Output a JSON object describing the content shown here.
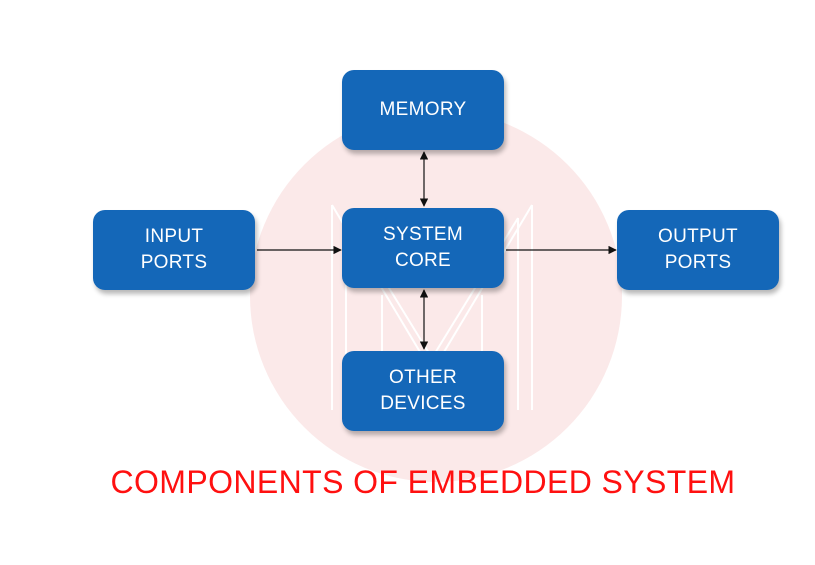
{
  "title": "COMPONENTS OF EMBEDDED SYSTEM",
  "nodes": {
    "memory": {
      "lines": [
        "MEMORY"
      ]
    },
    "system_core": {
      "lines": [
        "SYSTEM",
        "CORE"
      ]
    },
    "input_ports": {
      "lines": [
        "INPUT",
        "PORTS"
      ]
    },
    "output_ports": {
      "lines": [
        "OUTPUT",
        "PORTS"
      ]
    },
    "other_devices": {
      "lines": [
        "OTHER",
        "DEVICES"
      ]
    }
  },
  "edges": [
    {
      "from": "input_ports",
      "to": "system_core",
      "direction": "one-way"
    },
    {
      "from": "system_core",
      "to": "output_ports",
      "direction": "one-way"
    },
    {
      "from": "memory",
      "to": "system_core",
      "direction": "two-way"
    },
    {
      "from": "system_core",
      "to": "other_devices",
      "direction": "two-way"
    }
  ],
  "colors": {
    "node_fill": "#1467b8",
    "node_text": "#ffffff",
    "title": "#ff1010",
    "arrow": "#111111",
    "watermark": "#fbe9e9"
  },
  "watermark": {
    "type": "logo",
    "letters": "M"
  }
}
